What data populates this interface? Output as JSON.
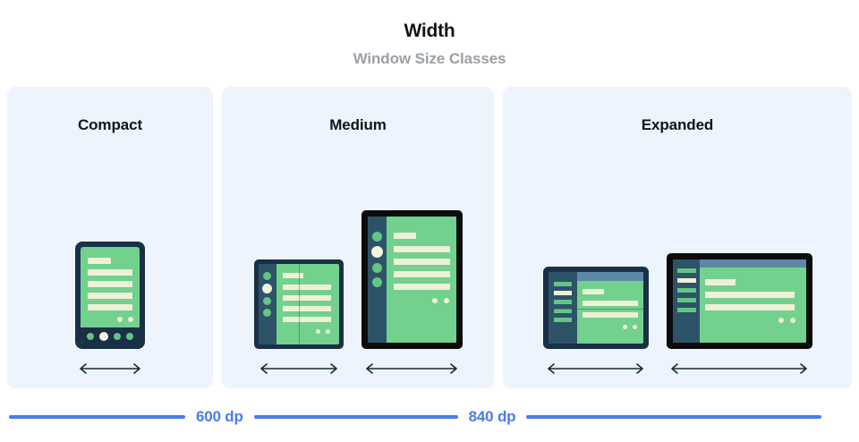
{
  "header": {
    "title": "Width",
    "subtitle": "Window Size Classes"
  },
  "panels": [
    {
      "label": "Compact"
    },
    {
      "label": "Medium"
    },
    {
      "label": "Expanded"
    }
  ],
  "measurements": [
    {
      "label": "600 dp"
    },
    {
      "label": "840 dp"
    }
  ],
  "colors": {
    "panel_background": "#edf4fd",
    "accent_blue": "#4a7bec",
    "device_frame_navy": "#193047",
    "device_frame_black": "#0c0c0c",
    "screen_green": "#72d18d",
    "content_bar_cream": "#f0efd8",
    "rail_blue": "#2d5369",
    "topbar_blue": "#5d88a8",
    "title_text": "#111418",
    "subtitle_text": "#9aa0a6"
  }
}
